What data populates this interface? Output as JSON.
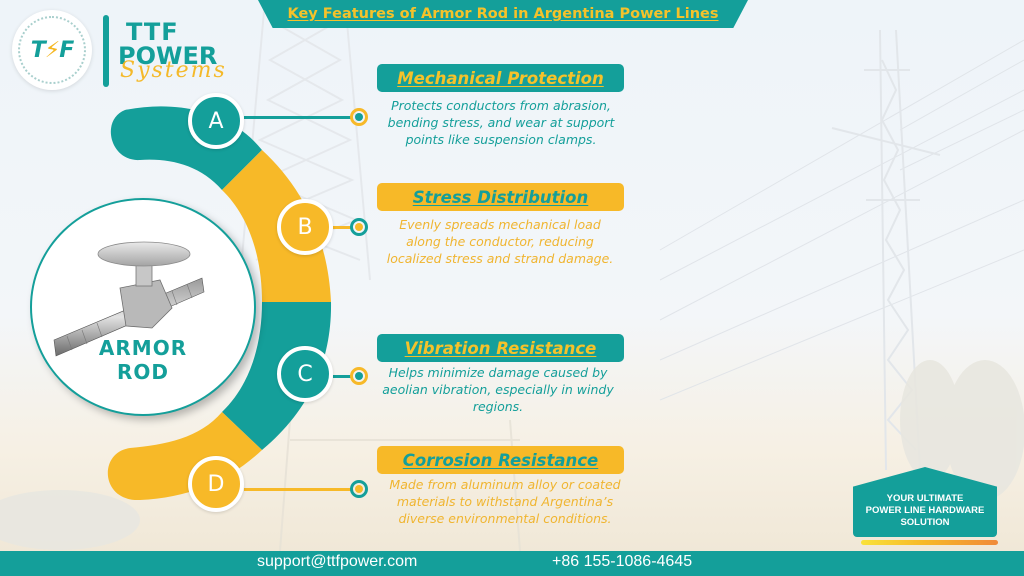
{
  "brand": {
    "monogram_left": "T",
    "monogram_bolt": "⚡",
    "monogram_right": "F",
    "line1": "TTF",
    "line2": "POWER",
    "line3": "Systems"
  },
  "title": "Key Features of Armor Rod in Argentina Power Lines",
  "center": {
    "label_line1": "ARMOR",
    "label_line2": "ROD"
  },
  "features": [
    {
      "letter": "A",
      "heading": "Mechanical Protection",
      "description": "Protects conductors from abrasion, bending stress, and wear at support points like suspension clamps.",
      "color": "#149f9a"
    },
    {
      "letter": "B",
      "heading": "Stress Distribution",
      "description": "Evenly spreads mechanical load along the conductor, reducing localized stress and strand damage.",
      "color": "#f7b928"
    },
    {
      "letter": "C",
      "heading": "Vibration Resistance",
      "description": "Helps minimize damage caused by aeolian vibration, especially in windy regions.",
      "color": "#149f9a"
    },
    {
      "letter": "D",
      "heading": "Corrosion Resistance",
      "description": "Made from aluminum alloy or coated materials to withstand Argentina’s diverse environmental conditions.",
      "color": "#f7b928"
    }
  ],
  "tagline": {
    "line1": "YOUR ULTIMATE",
    "line2": "POWER LINE HARDWARE",
    "line3": "SOLUTION"
  },
  "footer": {
    "email": "support@ttfpower.com",
    "phone": "+86 155-1086-4645"
  },
  "colors": {
    "teal": "#149f9a",
    "gold": "#f7b928",
    "title_text": "#f5c22a"
  }
}
